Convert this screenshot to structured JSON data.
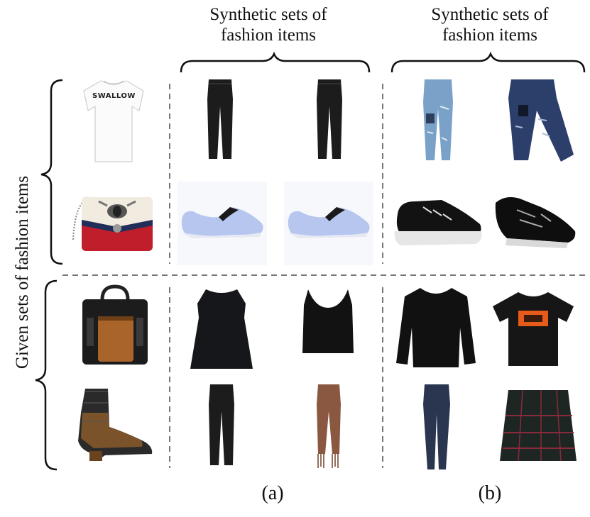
{
  "figure": {
    "header_a": [
      "Synthetic sets of",
      "fashion items"
    ],
    "header_b": [
      "Synthetic sets of",
      "fashion items"
    ],
    "side_label": "Given sets of fashion items",
    "caption_a": "(a)",
    "caption_b": "(b)",
    "tshirt_text": "SWALLOW"
  }
}
